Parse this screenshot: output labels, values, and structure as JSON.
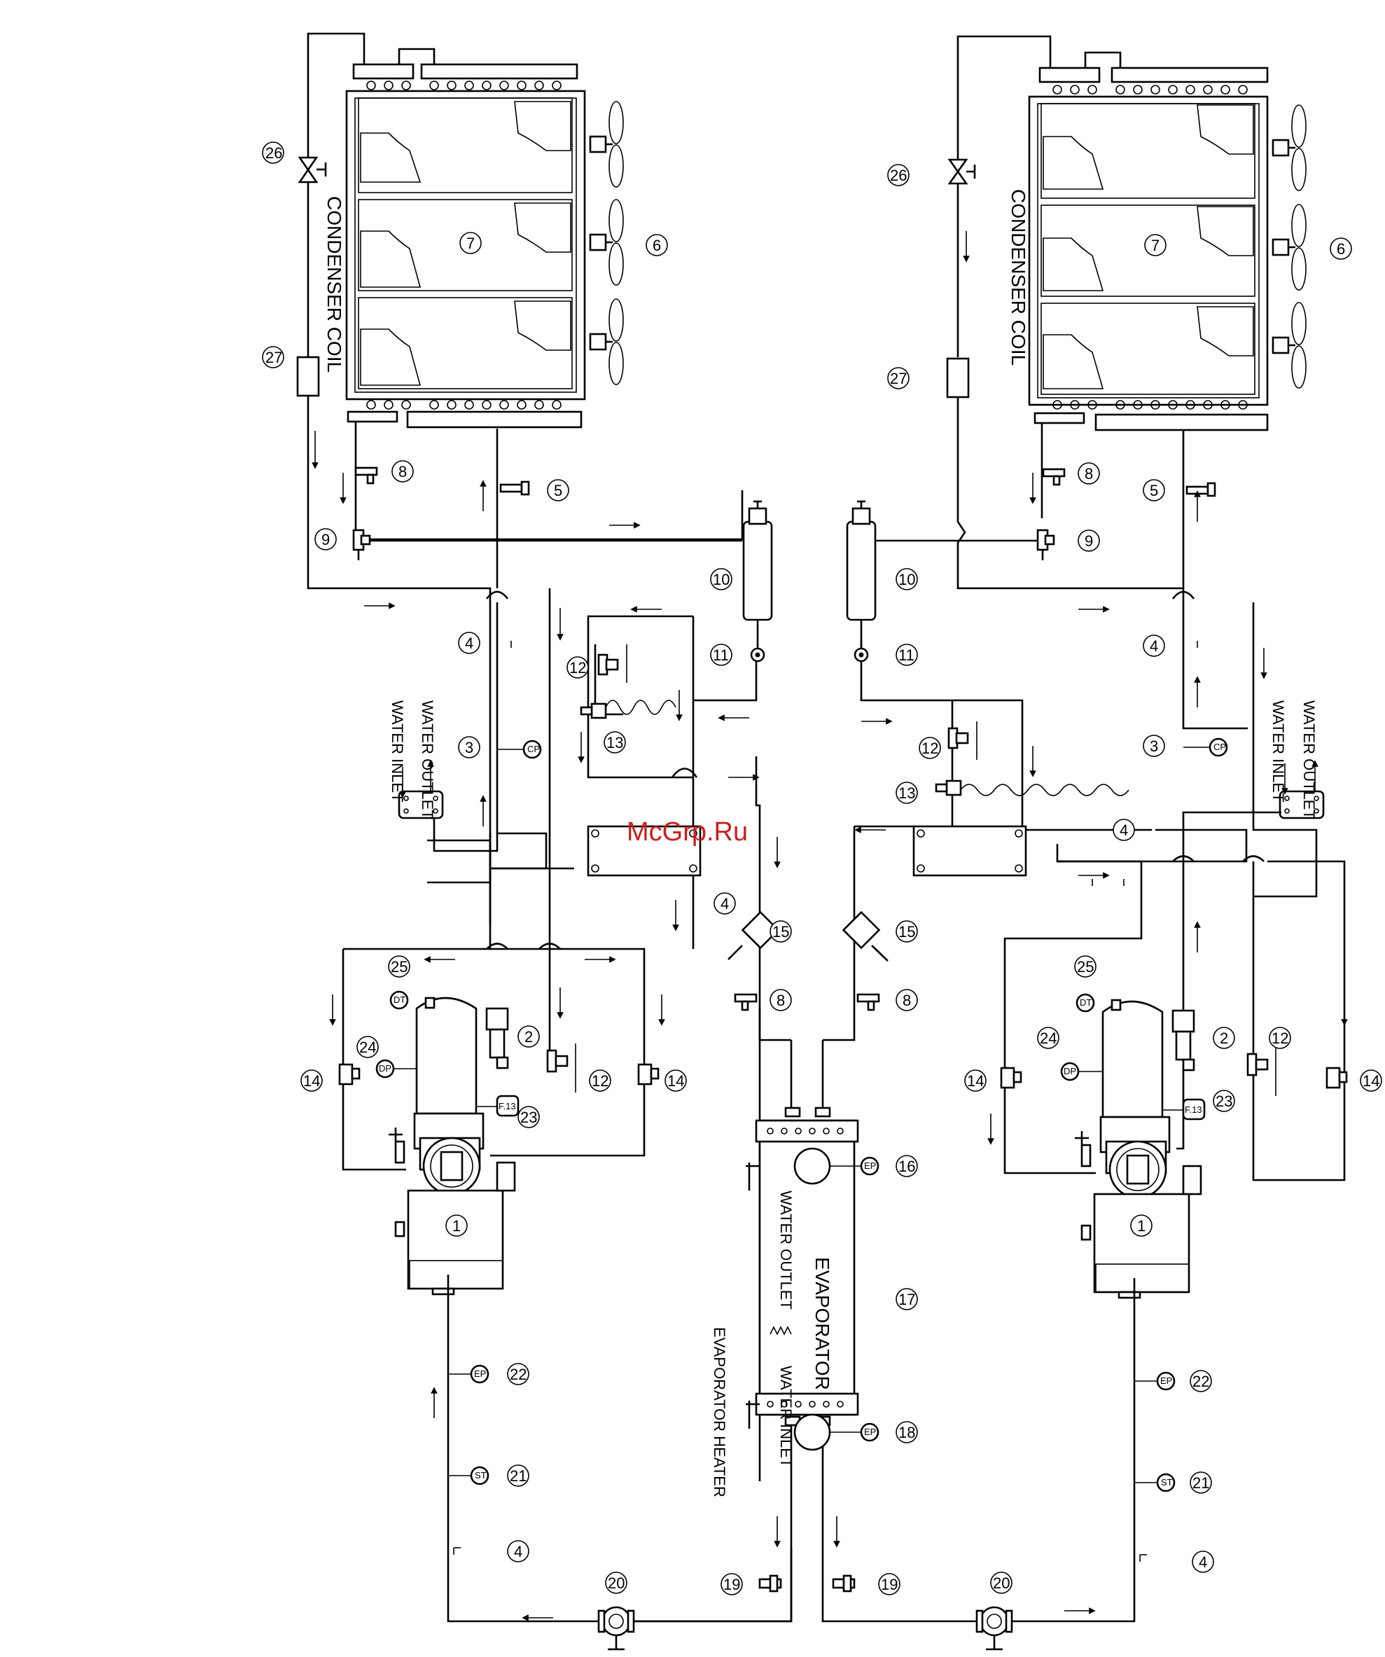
{
  "watermark": "McGrp.Ru",
  "labels": {
    "condenser_coil": "CONDENSER COIL",
    "water_outlet": "WATER OUTLET",
    "water_inlet": "WATER INLET",
    "evaporator": "EVAPORATOR",
    "evaporator_heater": "EVAPORATOR HEATER",
    "evap_water_outlet": "WATER OUTLET",
    "evap_water_inlet": "WATER INLET"
  },
  "sensor_tags": {
    "cp": "CP",
    "dt": "DT",
    "dp": "DP",
    "f13": "F.13",
    "ep": "EP",
    "st": "ST"
  },
  "callouts": {
    "n1": "1",
    "n2": "2",
    "n3": "3",
    "n4": "4",
    "n5": "5",
    "n6": "6",
    "n7": "7",
    "n8": "8",
    "n9": "9",
    "n10": "10",
    "n11": "11",
    "n12": "12",
    "n13": "13",
    "n14": "14",
    "n15": "15",
    "n16": "16",
    "n17": "17",
    "n18": "18",
    "n19": "19",
    "n20": "20",
    "n21": "21",
    "n22": "22",
    "n23": "23",
    "n24": "24",
    "n25": "25",
    "n26": "26",
    "n27": "27"
  }
}
